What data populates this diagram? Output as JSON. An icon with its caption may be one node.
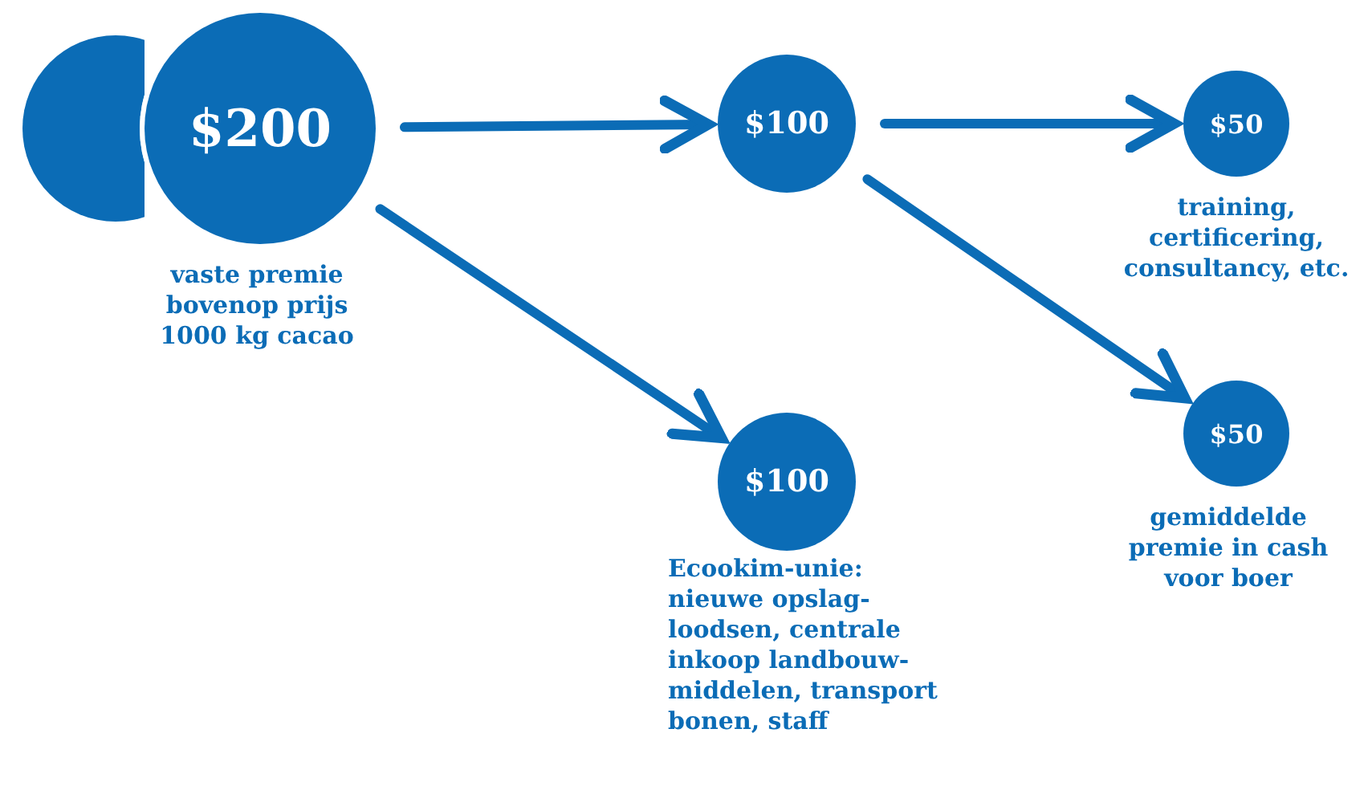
{
  "diagram": {
    "nodes": [
      {
        "text": [],
        "shape": "circle"
      },
      {
        "text": [
          "$200"
        ],
        "beside": [
          "vaste premie bovenop prijs 1000 kg cacao"
        ]
      },
      {
        "text": [
          "$100"
        ]
      },
      {
        "text": [
          "$50"
        ],
        "beside": [
          "training, certificering, consultancy, etc."
        ]
      },
      {
        "text": [
          "$100"
        ],
        "beside": [
          "Ecookim-unie: nieuwe opslag-loodsen, centrale inkoop landbouw-middelen, transport bonen, staff"
        ]
      },
      {
        "text": [
          "$50"
        ],
        "beside": [
          "gemiddelde premie in cash voor boer"
        ]
      }
    ],
    "edges": [
      {
        "from": 1,
        "to": 2,
        "arrow": "to"
      },
      {
        "from": 1,
        "to": 4,
        "arrow": "to"
      },
      {
        "from": 2,
        "to": 3,
        "arrow": "to"
      },
      {
        "from": 2,
        "to": 5,
        "arrow": "to"
      }
    ]
  }
}
